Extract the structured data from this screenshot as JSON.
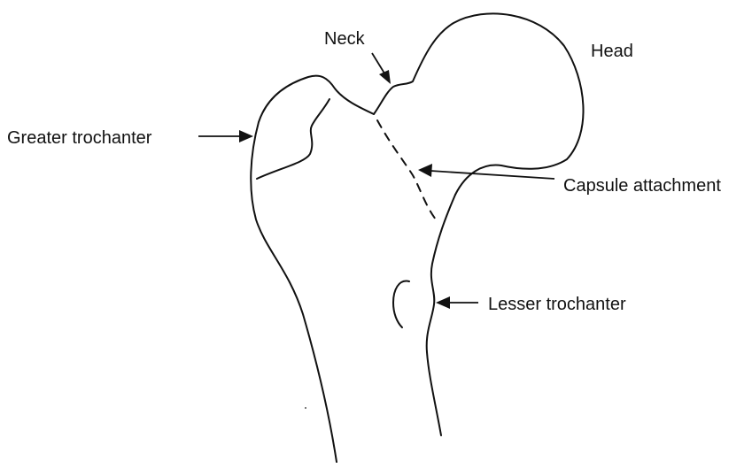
{
  "labels": {
    "neck": "Neck",
    "head": "Head",
    "greater_trochanter": "Greater trochanter",
    "capsule_attachment": "Capsule attachment",
    "lesser_trochanter": "Lesser trochanter"
  },
  "colors": {
    "line": "#111111",
    "background": "#ffffff"
  }
}
